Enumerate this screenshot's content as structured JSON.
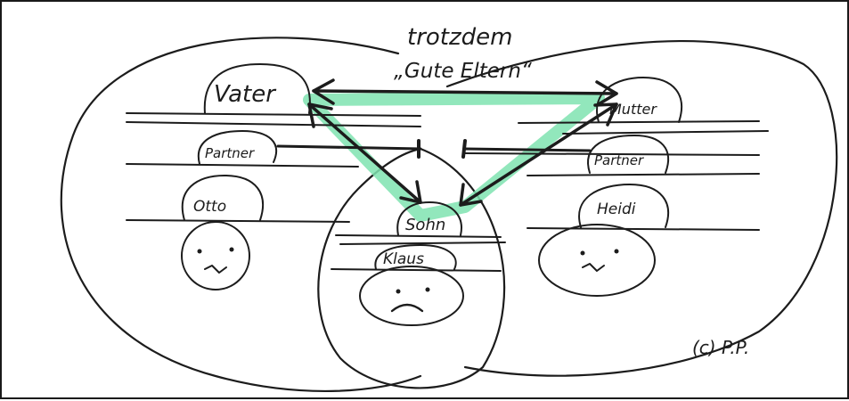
{
  "title_line1": "trotzdem",
  "title_line2": "„Gute Eltern“",
  "family_left": {
    "father": "Vater",
    "partner": "Partner",
    "child": "Otto"
  },
  "family_right": {
    "mother": "Mutter",
    "partner": "Partner",
    "child": "Heidi"
  },
  "shared": {
    "son": "Sohn",
    "child": "Klaus"
  },
  "copyright": "(c) P.P.",
  "colors": {
    "ink": "#1c1c1c",
    "highlight": "#7fe3b0"
  }
}
